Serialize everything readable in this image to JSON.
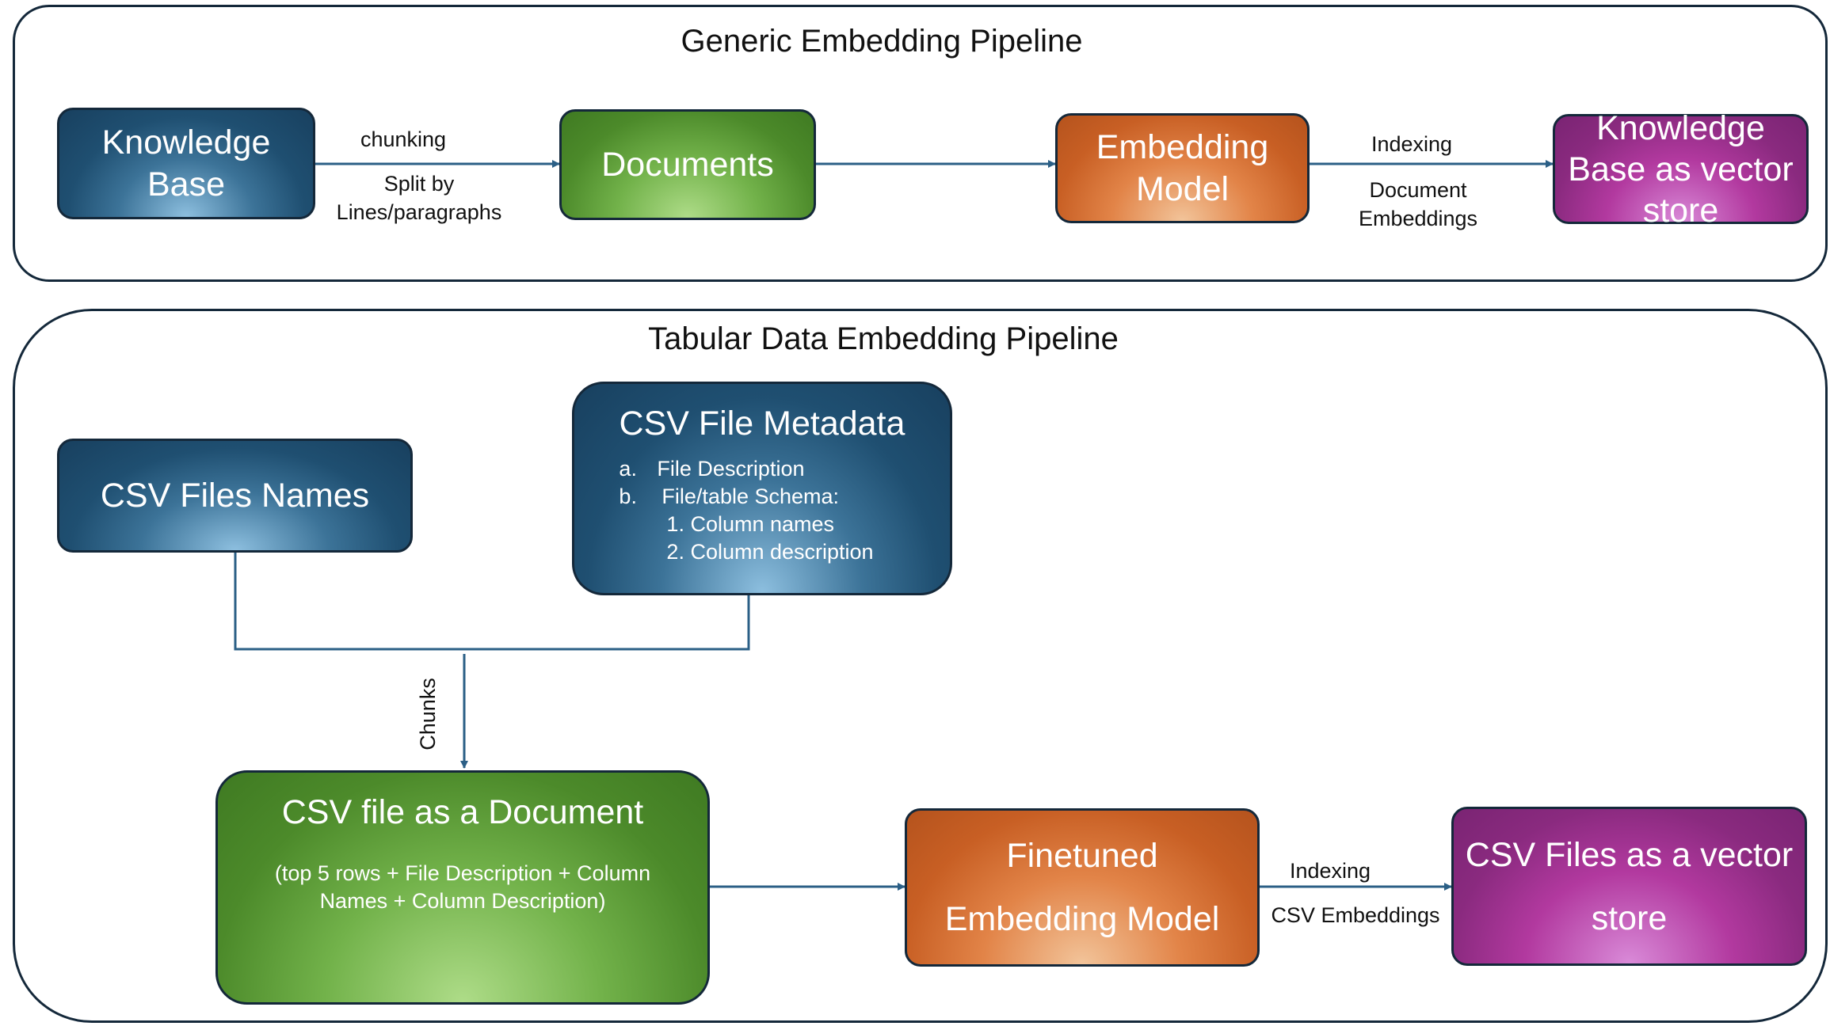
{
  "generic": {
    "title": "Generic Embedding Pipeline",
    "knowledge_base": "Knowledge Base",
    "chunking_label": "chunking",
    "split_label_1": "Split by",
    "split_label_2": "Lines/paragraphs",
    "documents": "Documents",
    "embedding_model": "Embedding Model",
    "indexing_label": "Indexing",
    "doc_emb_label_1": "Document",
    "doc_emb_label_2": "Embeddings",
    "vector_store": "Knowledge Base as vector store"
  },
  "tabular": {
    "title": "Tabular Data Embedding Pipeline",
    "csv_names": "CSV Files Names",
    "metadata": {
      "title": "CSV File Metadata",
      "item_a_marker": "a.",
      "item_a": "File Description",
      "item_b_marker": "b.",
      "item_b": "File/table Schema:",
      "sub_1": "1. Column names",
      "sub_2": "2. Column description"
    },
    "chunks_label": "Chunks",
    "document": {
      "title": "CSV file as a Document",
      "desc_1": "(top 5 rows + File Description + Column",
      "desc_2": "Names + Column Description)"
    },
    "model_line_1": "Finetuned",
    "model_line_2": "Embedding Model",
    "indexing_label": "Indexing",
    "csv_emb_label": "CSV Embeddings",
    "store_line_1": "CSV Files as a vector",
    "store_line_2": "store"
  },
  "colors": {
    "border": "#14283a",
    "arrow": "#2b5f86",
    "blue": "#1f4f71",
    "green": "#4c8a2a",
    "orange": "#c85f24",
    "purple": "#8a2a7f"
  }
}
